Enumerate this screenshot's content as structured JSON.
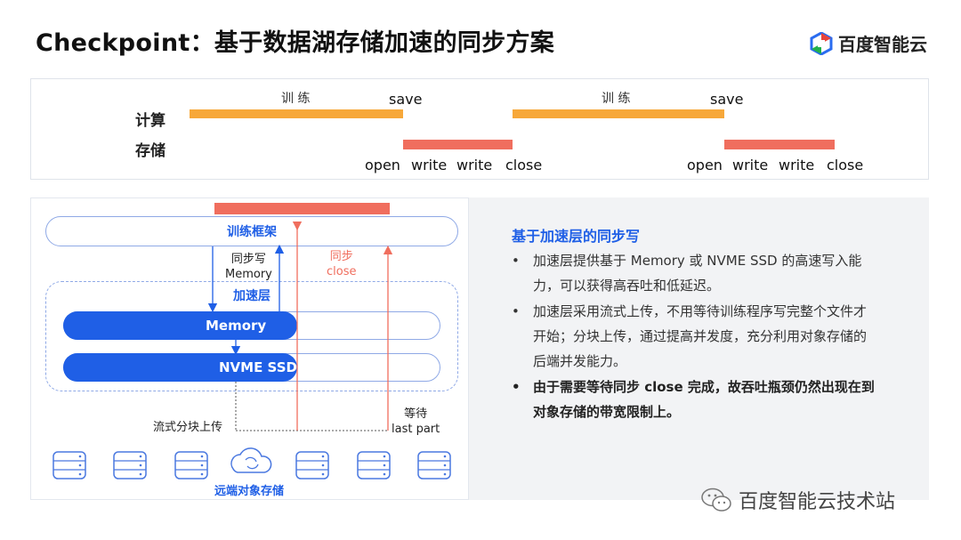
{
  "header": {
    "title": "Checkpoint：基于数据湖存储加速的同步方案",
    "brand": "百度智能云"
  },
  "timeline": {
    "row_compute": "计算",
    "row_storage": "存储",
    "train_label_1": "训 练",
    "save_label_1": "save",
    "train_label_2": "训 练",
    "save_label_2": "save",
    "ops_1": [
      "open",
      "write",
      "write",
      "close"
    ],
    "ops_2": [
      "open",
      "write",
      "write",
      "close"
    ],
    "compute_color": "#f7a83a",
    "storage_color": "#f06e5e"
  },
  "diagram": {
    "framework": "训练框架",
    "sync_write_line1": "同步写",
    "sync_write_line2": "Memory",
    "sync_close_line1": "同步",
    "sync_close_line2": "close",
    "accel_layer": "加速层",
    "memory": "Memory",
    "nvme": "NVME SSD",
    "stream_upload": "流式分块上传",
    "wait_line1": "等待",
    "wait_line2": "last part",
    "remote_storage": "远端对象存储",
    "accent_blue": "#1f5fe6",
    "accent_red": "#f06e5e"
  },
  "panel": {
    "heading": "基于加速层的同步写",
    "bullets": [
      {
        "text": "加速层提供基于 Memory 或 NVME SSD 的高速写入能力，可以获得高吞吐和低延迟。",
        "lines": [
          "加速层提供基于 Memory 或 NVME SSD 的高速写入能",
          "力，可以获得高吞吐和低延迟。"
        ]
      },
      {
        "text": "加速层采用流式上传，不用等待训练程序写完整个文件才开始；分块上传，通过提高并发度，充分利用对象存储的后端并发能力。",
        "lines": [
          "加速层采用流式上传，不用等待训练程序写完整个文件才",
          "开始；分块上传，通过提高并发度，充分利用对象存储的",
          "后端并发能力。"
        ]
      },
      {
        "text": "由于需要等待同步 close 完成，故吞吐瓶颈仍然出现在到对象存储的带宽限制上。",
        "lines": [
          "由于需要等待同步 close 完成，故吞吐瓶颈仍然出现在到",
          "对象存储的带宽限制上。"
        ]
      }
    ]
  },
  "watermark": {
    "text": "百度智能云技术站"
  }
}
